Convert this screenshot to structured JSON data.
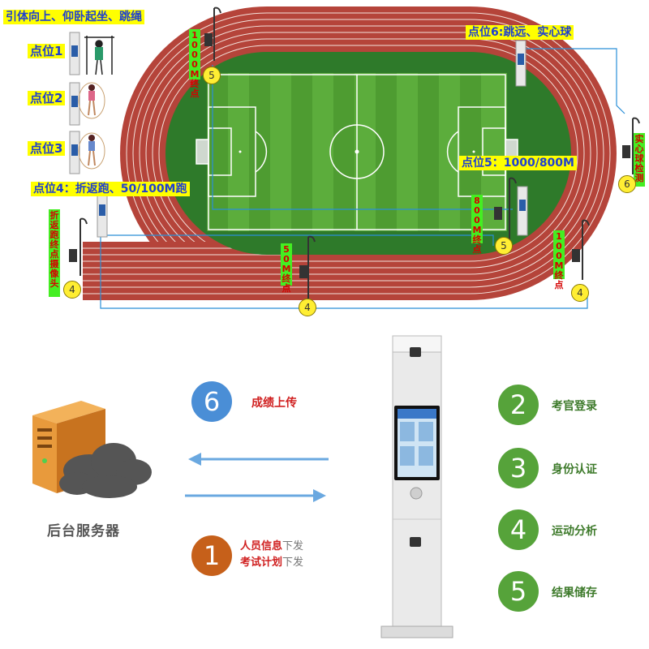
{
  "field_labels": {
    "top_left_title": "引体向上、仰卧起坐、跳绳",
    "point1": "点位1",
    "point2": "点位2",
    "point3": "点位3",
    "point4_title": "点位4：折返跑、50/100M跑",
    "point5_title": "点位5：1000/800M",
    "point6_title": "点位6:跳远、实心球"
  },
  "vertical_labels": {
    "finish_1000m": "1000M终点",
    "finish_800m": "800M终点",
    "finish_50m": "50M终点",
    "finish_100m": "100M终点",
    "shuttle_camera": "折返跑终点摄像头",
    "shotput_detect": "实心球检测"
  },
  "point_numbers": {
    "p5_top": "5",
    "p5_mid": "5",
    "p4_left": "4",
    "p4_center": "4",
    "p4_right": "4",
    "p6_right": "6"
  },
  "flow": {
    "server_label": "后台服务器",
    "step6_num": "6",
    "step6_text": "成绩上传",
    "step1_num": "1",
    "step1_line1_red": "人员信息",
    "step1_line1_tail": "下发",
    "step1_line2_red": "考试计划",
    "step1_line2_tail": "下发",
    "step2_num": "2",
    "step2_text": "考官登录",
    "step3_num": "3",
    "step3_text": "身份认证",
    "step4_num": "4",
    "step4_text": "运动分析",
    "step5_num": "5",
    "step5_text": "结果储存"
  },
  "colors": {
    "track": "#b5443a",
    "grass_light": "#5cad3c",
    "grass_dark": "#4e9c31",
    "label_bg": "#ffff00",
    "label_text": "#1d3fd0",
    "vlabel_bg": "#44ee22",
    "step_green": "#56a33a",
    "step_blue": "#4a8ed6",
    "step_orange": "#c6601a",
    "arrow_blue": "#6aa8e0"
  }
}
